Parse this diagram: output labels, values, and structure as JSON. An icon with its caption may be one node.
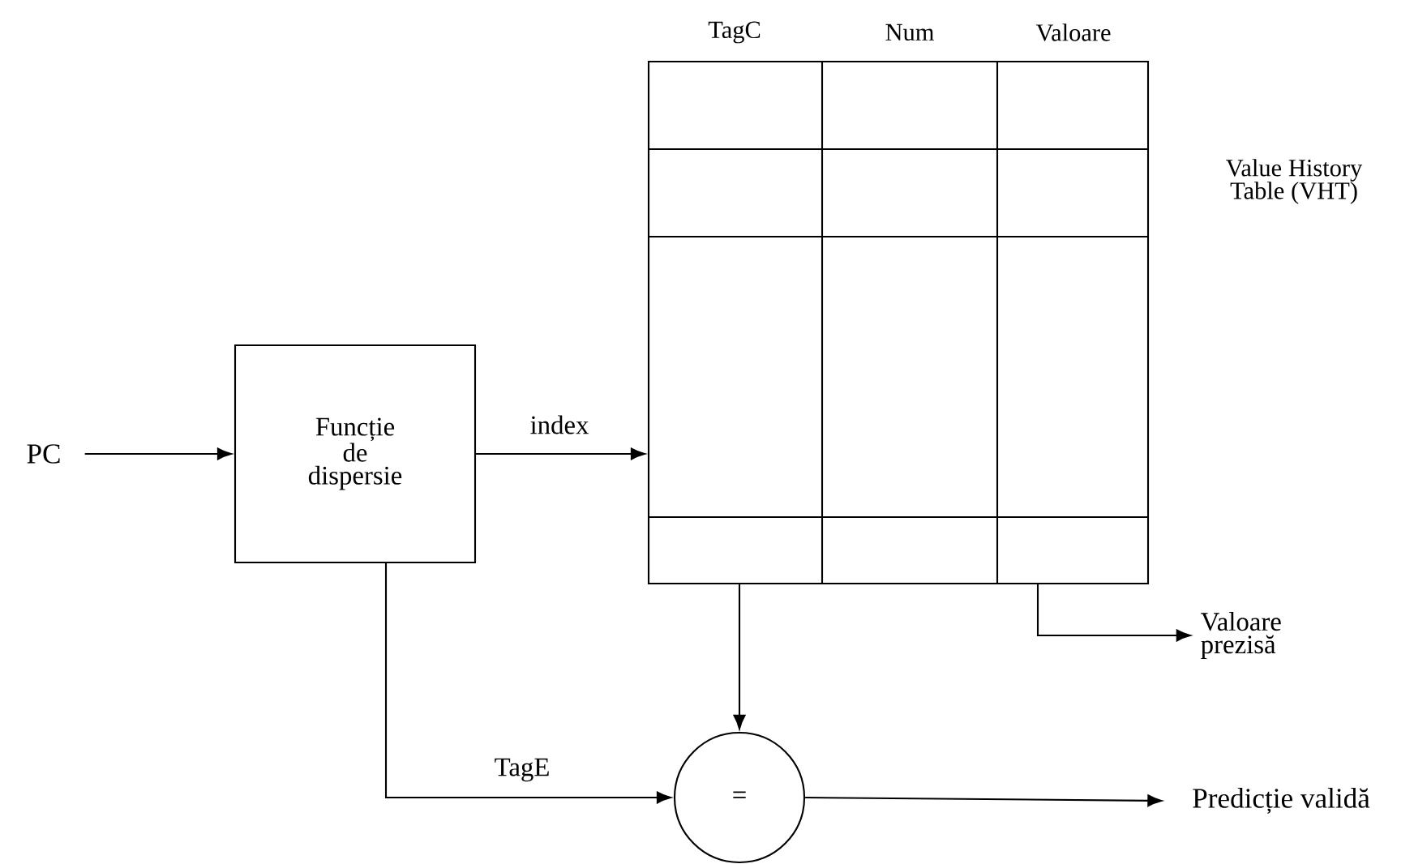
{
  "diagram": {
    "nodes": [
      {
        "text": [
          "PC"
        ]
      },
      {
        "text": [
          "Funcție de dispersie"
        ]
      },
      {
        "text": [
          "TagC",
          "Num",
          "Valoare"
        ],
        "beside": [
          "Value History Table (VHT)"
        ]
      },
      {
        "text": [
          "="
        ]
      },
      {
        "text": [
          "Valoare prezisă"
        ]
      },
      {
        "text": [
          "Predicție validă"
        ]
      }
    ],
    "edges": [
      {
        "from": 0,
        "to": 1,
        "arrow": "to"
      },
      {
        "from": 1,
        "to": 2,
        "arrow": "to",
        "label": "index"
      },
      {
        "from": 1,
        "to": 3,
        "arrow": "to",
        "label": "TagE"
      },
      {
        "from": 2,
        "to": 3,
        "arrow": "to"
      },
      {
        "from": 2,
        "to": 4,
        "arrow": "to"
      },
      {
        "from": 3,
        "to": 5,
        "arrow": "to"
      }
    ]
  }
}
